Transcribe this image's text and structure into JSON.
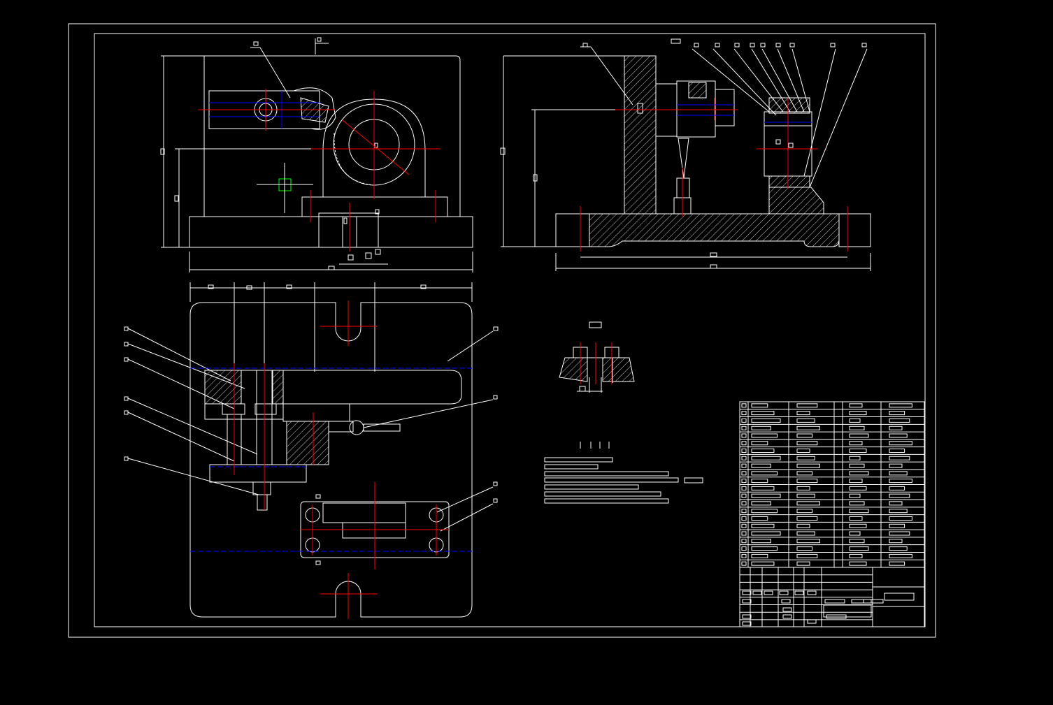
{
  "colors": {
    "background": "#000000",
    "outline": "#ffffff",
    "centerline": "#ff0000",
    "hidden": "#0000ff",
    "ucs": "#00ff00"
  },
  "views": [
    "front-view",
    "side-section-view",
    "top-view",
    "detail-section",
    "title-block"
  ]
}
